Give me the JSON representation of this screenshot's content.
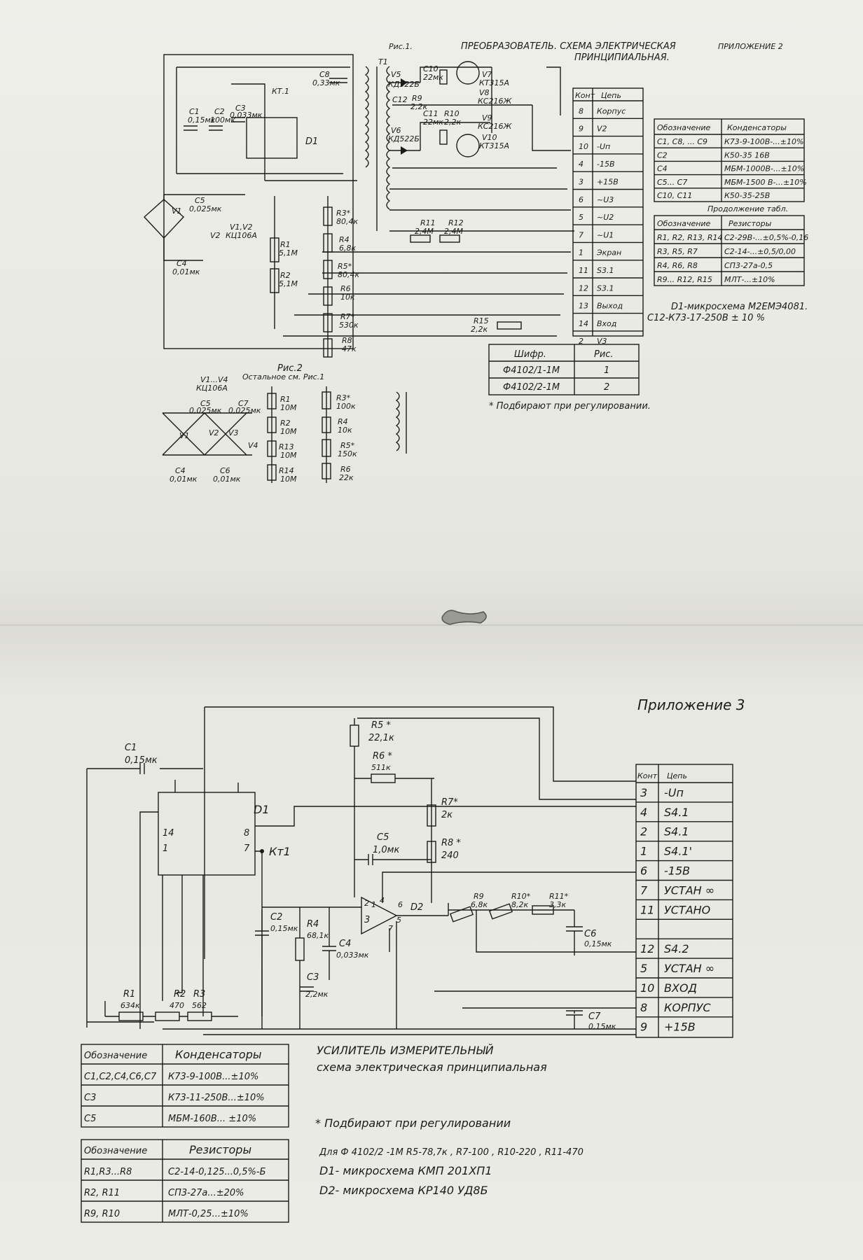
{
  "fig1": {
    "label": "Рис.1.",
    "title1": "ПРЕОБРАЗОВАТЕЛЬ. СХЕМА ЭЛЕКТРИЧЕСКАЯ",
    "title2": "ПРИНЦИПИАЛЬНАЯ.",
    "appendix": "ПРИЛОЖЕНИЕ 2",
    "kt": "КТ.1",
    "d1": "D1",
    "components": {
      "c1": "C1",
      "c1v": "0,15мк",
      "c2": "C2",
      "c2v": "100мк",
      "c3": "C3",
      "c3v": "0,033мк",
      "c8": "C8",
      "c8v": "0,33мк",
      "c10": "C10",
      "c10v": "22мк",
      "c11": "C11",
      "c11v": "22мк",
      "c12": "C12",
      "r9": "R9",
      "r9v": "2,2к",
      "r10": "R10",
      "r10v": "2,2к",
      "v5": "V5",
      "v5t": "КД522Б",
      "v6": "V6",
      "v6t": "КД522Б",
      "v7": "V7",
      "v7t": "КТ315А",
      "v8": "V8",
      "v8t": "КС216Ж",
      "v9": "V9",
      "v9t": "КС216Ж",
      "v10": "V10",
      "v10t": "КТ315А",
      "c5": "C5",
      "c5v": "0,025мк",
      "c4": "C4",
      "c4v": "0,01мк",
      "v1": "V1",
      "v2": "V2",
      "v12": "V1,V2",
      "v12t": "КЦ106А",
      "r1": "R1",
      "r1v": "5,1М",
      "r2": "R2",
      "r2v": "5,1М",
      "r3": "R3*",
      "r3v": "80,4к",
      "r4": "R4",
      "r4v": "6,8к",
      "r5": "R5*",
      "r5v": "80,4к",
      "r6": "R6",
      "r6v": "10к",
      "r7": "R7*",
      "r7v": "530к",
      "r8": "R8",
      "r8v": "47к",
      "r11": "R11",
      "r11v": "2,4М",
      "r12": "R12",
      "r12v": "2,4М",
      "r15": "R15",
      "r15v": "2,2к",
      "t1": "T1"
    },
    "contacts_header": [
      "Конт",
      "Цепь"
    ],
    "contacts": [
      [
        "8",
        "Корпус"
      ],
      [
        "9",
        "V2"
      ],
      [
        "10",
        "-Uп"
      ],
      [
        "4",
        "-15В"
      ],
      [
        "3",
        "+15В"
      ],
      [
        "6",
        "~U3"
      ],
      [
        "5",
        "~U2"
      ],
      [
        "7",
        "~U1"
      ],
      [
        "1",
        "Экран"
      ],
      [
        "11",
        "S3.1"
      ],
      [
        "12",
        "S3.1"
      ],
      [
        "13",
        "Выход"
      ],
      [
        "14",
        "Вход"
      ],
      [
        "2",
        "V3"
      ]
    ],
    "caps_header": [
      "Обозначение",
      "Конденсаторы"
    ],
    "caps": [
      [
        "C1, C8, ... C9",
        "К73-9-100В-...±10%"
      ],
      [
        "C2",
        "К50-35 16В"
      ],
      [
        "C4",
        "МБМ-1000В-...±10%"
      ],
      [
        "C5... C7",
        "МБМ-1500 В-...±10%"
      ],
      [
        "C10, C11",
        "К50-35-25В"
      ]
    ],
    "cont_label": "Продолжение табл.",
    "res_header": [
      "Обозначение",
      "Резисторы"
    ],
    "res": [
      [
        "R1, R2, R13, R14",
        "С2-29В-...±0,5%-0,16"
      ],
      [
        "R3, R5, R7",
        "С2-14-...±0,5/0,00"
      ],
      [
        "R4, R6, R8",
        "СП3-27а-0,5"
      ],
      [
        "R9... R12, R15",
        "МЛТ-...±10%"
      ]
    ],
    "d1_note": "D1-микросхема М2ЕМЭ4081.",
    "c12_note": "С12-К73-17-250В ± 10 %",
    "cipher_header": [
      "Шифр.",
      "Рис."
    ],
    "cipher": [
      [
        "Ф4102/1-1М",
        "1"
      ],
      [
        "Ф4102/2-1М",
        "2"
      ]
    ],
    "adjust_note": "* Подбирают при регулировании."
  },
  "fig2": {
    "label": "Рис.2",
    "sub": "Остальное см. Рис.1",
    "v14": "V1...V4",
    "v14t": "КЦ106А",
    "c5": "C5",
    "c5v": "0,025мк",
    "c7": "C7",
    "c7v": "0,025мк",
    "v1": "V1",
    "v2": "V2",
    "v3": "V3",
    "v4": "V4",
    "c4": "C4",
    "c4v": "0,01мк",
    "c6": "C6",
    "c6v": "0,01мк",
    "r1": "R1",
    "r1v": "10М",
    "r2": "R2",
    "r2v": "10М",
    "r13": "R13",
    "r13v": "10М",
    "r14": "R14",
    "r14v": "10М",
    "r3": "R3*",
    "r3v": "100к",
    "r4": "R4",
    "r4v": "10к",
    "r5": "R5*",
    "r5v": "150к",
    "r6": "R6",
    "r6v": "22к"
  },
  "appendix3": {
    "title": "Приложение 3",
    "c1": "C1",
    "c1v": "0,15мк",
    "d1": "D1",
    "kt1": "Кт1",
    "pin14": "14",
    "pin8": "8",
    "pin1": "1",
    "pin7": "7",
    "r5": "R5 *",
    "r5v": "22,1к",
    "r6": "R6 *",
    "r6v": "511к",
    "r7": "R7*",
    "r7v": "2к",
    "r8": "R8 *",
    "r8v": "240",
    "c5": "C5",
    "c5v": "1,0мк",
    "c2": "C2",
    "c2v": "0,15мк",
    "r4": "R4",
    "r4v": "68,1к",
    "c4": "C4",
    "c4v": "0,033мк",
    "c3": "C3",
    "c3v": "2,2мк",
    "d2": "D2",
    "op2": "2",
    "op3": "3",
    "op6": "6",
    "op7": "7",
    "op4": "4",
    "op5": "5",
    "op1": "1",
    "r9": "R9",
    "r9v": "6,8к",
    "r10": "R10*",
    "r10v": "8,2к",
    "r11": "R11*",
    "r11v": "3,3к",
    "c6": "C6",
    "c6v": "0,15мк",
    "c7": "C7",
    "c7v": "0,15мк",
    "r1": "R1",
    "r1v": "634к",
    "r2": "R2",
    "r2v": "470",
    "r3": "R3",
    "r3v": "562",
    "contacts_header": [
      "Конт",
      "Цепь"
    ],
    "contacts": [
      [
        "3",
        "-Uп"
      ],
      [
        "4",
        "S4.1"
      ],
      [
        "2",
        "S4.1"
      ],
      [
        "1",
        "S4.1'"
      ],
      [
        "6",
        "-15В"
      ],
      [
        "7",
        "УСТАН ∞"
      ],
      [
        "11",
        "УСТАНО"
      ],
      [
        "",
        ""
      ],
      [
        "12",
        "S4.2"
      ],
      [
        "5",
        "УСТАН ∞"
      ],
      [
        "10",
        "ВХОД"
      ],
      [
        "8",
        "КОРПУС"
      ],
      [
        "9",
        "+15В"
      ]
    ],
    "caption1": "УСИЛИТЕЛЬ ИЗМЕРИТЕЛЬНЫЙ",
    "caption2": "схема электрическая принципиальная",
    "caps_header": [
      "Обозначение",
      "Конденсаторы"
    ],
    "caps": [
      [
        "C1,C2,C4,C6,C7",
        "К73-9-100В...±10%"
      ],
      [
        "C3",
        "К73-11-250В...±10%"
      ],
      [
        "C5",
        "МБМ-160В... ±10%"
      ]
    ],
    "res_header": [
      "Обозначение",
      "Резисторы"
    ],
    "res": [
      [
        "R1,R3...R8",
        "С2-14-0,125...0,5%-Б"
      ],
      [
        "R2, R11",
        "СП3-27а...±20%"
      ],
      [
        "R9, R10",
        "МЛТ-0,25...±10%"
      ]
    ],
    "note1": "* Подбирают при регулировании",
    "note2": "Для Ф 4102/2 -1М R5-78,7к , R7-100 , R10-220 , R11-470",
    "note3": "D1- микросхема   КМП 201ХП1",
    "note4": "D2- микросхема   КР140 УД8Б"
  }
}
